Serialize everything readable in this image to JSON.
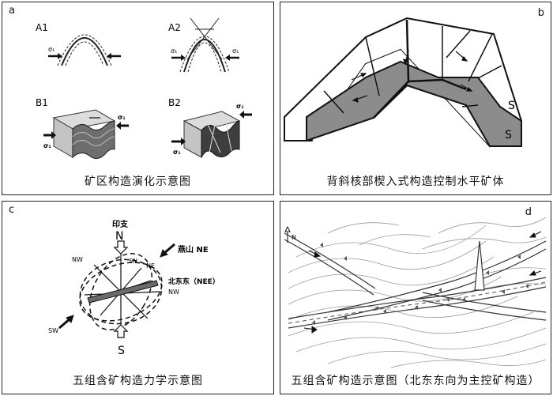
{
  "panel_a": {
    "label": "a",
    "sub_A1": "A1",
    "sub_A2": "A2",
    "sub_B1": "B1",
    "sub_B2": "B2",
    "sigma": "σ₁",
    "caption": "矿区构造演化示意图"
  },
  "panel_b": {
    "label": "b",
    "s_upper": "S",
    "s_lower": "S",
    "caption": "背斜核部楔入式构造控制水平矿体"
  },
  "panel_c": {
    "label": "c",
    "north_name": "印支",
    "north": "N",
    "south": "S",
    "sn": "SN",
    "ne": "NE",
    "nw_upper": "NW",
    "nw_lower": "NW",
    "sw": "SW",
    "yanshan": "燕山 NE",
    "beidongdong": "北东东（NEE）",
    "caption": "五组含矿构造力学示意图"
  },
  "panel_d": {
    "label": "d",
    "north": "N",
    "caption": "五组含矿构造示意图（北东东向为主控矿构造）"
  },
  "colors": {
    "border": "#222222",
    "ore_fill": "#8c8c8c",
    "ore_dark": "#5a5a5a"
  }
}
